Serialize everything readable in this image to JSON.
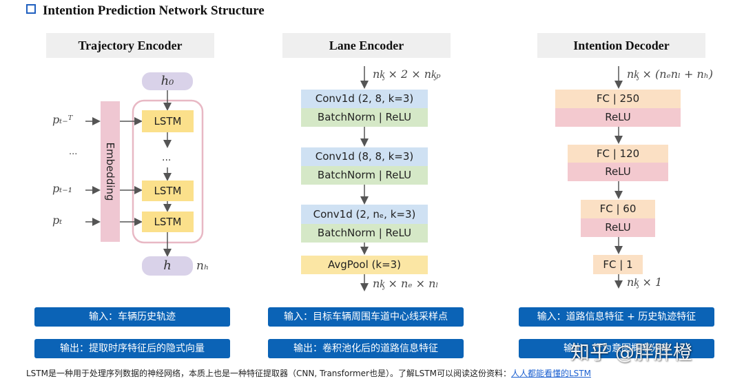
{
  "title": "Intention Prediction Network Structure",
  "trajectory_encoder": {
    "header": "Trajectory Encoder",
    "h0": "h₀",
    "h": "h",
    "nh": "nₕ",
    "embedding": "Embedding",
    "lstm": "LSTM",
    "ellipsis": "...",
    "inputs": [
      "pₜ₋ᵀ",
      "...",
      "pₜ₋₁",
      "pₜ"
    ]
  },
  "lane_encoder": {
    "header": "Lane Encoder",
    "input_dim": "nᶄ × 2 × nᶄₚ",
    "conv1": "Conv1d (2, 8, k=3)",
    "bn1": "BatchNorm | ReLU",
    "conv2": "Conv1d (8, 8, k=3)",
    "bn2": "BatchNorm | ReLU",
    "conv3": "Conv1d (2, nₑ, k=3)",
    "bn3": "BatchNorm | ReLU",
    "pool": "AvgPool (k=3)",
    "output_dim": "nᶄ × nₑ × nₗ"
  },
  "intention_decoder": {
    "header": "Intention Decoder",
    "input_dim": "nᶄ × (nₑnₗ + nₕ)",
    "fc1": "FC | 250",
    "relu1": "ReLU",
    "fc2": "FC | 120",
    "relu2": "ReLU",
    "fc3": "FC | 60",
    "relu3": "ReLU",
    "fc4": "FC | 1",
    "output_dim": "nᶄ × 1"
  },
  "io_labels": {
    "traj_in": "输入：车辆历史轨迹",
    "traj_out": "输出：提取时序特征后的隐式向量",
    "lane_in": "输入：目标车辆周围车道中心线采样点",
    "lane_out": "输出：卷积池化后的道路信息特征",
    "dec_in": "输入：道路信息特征 + 历史轨迹特征",
    "dec_out": "输出：行为意图概率分布"
  },
  "footer": {
    "text": "LSTM是一种用于处理序列数据的神经网络，本质上也是一种特征提取器（CNN, Transformer也是）。了解LSTM可以阅读这份资料：",
    "link": "人人都能看懂的LSTM"
  },
  "watermark": "知乎 @胖胖橙",
  "colors": {
    "accent": "#0b63b6",
    "conv": "#cfe1f3",
    "batchnorm": "#d5e8c7",
    "pool": "#fbe6a4",
    "fc": "#fbe0c4",
    "relu": "#f3c9cf",
    "lstm": "#fbe08b",
    "embedding": "#efc7d2",
    "hidden_state": "#d9d2e9"
  }
}
